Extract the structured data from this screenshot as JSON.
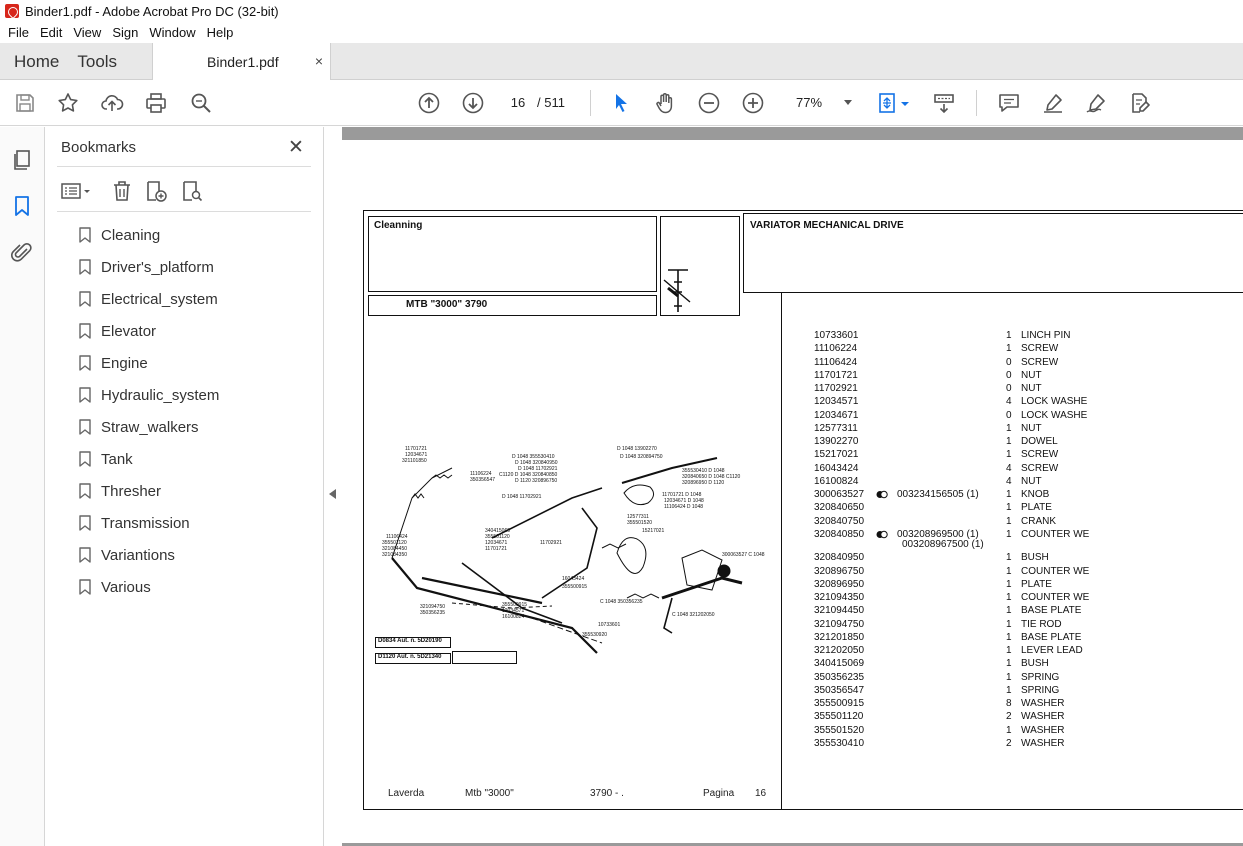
{
  "window": {
    "title": "Binder1.pdf - Adobe Acrobat Pro DC (32-bit)"
  },
  "menu": [
    "File",
    "Edit",
    "View",
    "Sign",
    "Window",
    "Help"
  ],
  "tabs": {
    "home": "Home",
    "tools": "Tools",
    "document": "Binder1.pdf",
    "close_glyph": "×"
  },
  "toolbar": {
    "page_current": "16",
    "page_total": "/  511",
    "zoom": "77%",
    "icons": [
      "save-icon",
      "star-icon",
      "upload-icon",
      "print-icon",
      "search-icon",
      "page-up-icon",
      "page-down-icon",
      "select-cursor-icon",
      "hand-icon",
      "zoom-out-icon",
      "zoom-in-icon",
      "zoom-caret-icon",
      "fit-page-icon",
      "scroll-mode-icon",
      "comment-icon",
      "highlight-icon",
      "sign-icon",
      "edit-pdf-icon"
    ]
  },
  "bookmarks": {
    "title": "Bookmarks",
    "close_glyph": "✕",
    "items": [
      "Cleaning",
      "Driver's_platform",
      "Electrical_system",
      "Elevator",
      "Engine",
      "Hydraulic_system",
      "Straw_walkers",
      "Tank",
      "Thresher",
      "Transmission",
      "Variantions",
      "Various"
    ]
  },
  "pdf": {
    "section": "Cleanning",
    "model": "MTB \"3000\"  3790",
    "heading": "VARIATOR MECHANICAL DRIVE",
    "parts": [
      {
        "code": "10733601",
        "ref": "",
        "qty": "1",
        "desc": "LINCH PIN"
      },
      {
        "code": "11106224",
        "ref": "",
        "qty": "1",
        "desc": "SCREW"
      },
      {
        "code": "11106424",
        "ref": "",
        "qty": "0",
        "desc": "SCREW"
      },
      {
        "code": "11701721",
        "ref": "",
        "qty": "0",
        "desc": "NUT"
      },
      {
        "code": "11702921",
        "ref": "",
        "qty": "0",
        "desc": "NUT"
      },
      {
        "code": "12034571",
        "ref": "",
        "qty": "4",
        "desc": "LOCK WASHE"
      },
      {
        "code": "12034671",
        "ref": "",
        "qty": "0",
        "desc": "LOCK WASHE"
      },
      {
        "code": "12577311",
        "ref": "",
        "qty": "1",
        "desc": "NUT"
      },
      {
        "code": "13902270",
        "ref": "",
        "qty": "1",
        "desc": "DOWEL"
      },
      {
        "code": "15217021",
        "ref": "",
        "qty": "1",
        "desc": "SCREW"
      },
      {
        "code": "16043424",
        "ref": "",
        "qty": "4",
        "desc": "SCREW"
      },
      {
        "code": "16100824",
        "ref": "",
        "qty": "4",
        "desc": "NUT"
      },
      {
        "code": "300063527",
        "ref": "003234156505  (1)",
        "qty": "1",
        "desc": "KNOB"
      },
      {
        "code": "320840650",
        "ref": "",
        "qty": "1",
        "desc": "PLATE"
      },
      {
        "code": "320840750",
        "ref": "",
        "qty": "1",
        "desc": "CRANK"
      },
      {
        "code": "320840850",
        "ref": "003208969500  (1)",
        "ref2": "003208967500  (1)",
        "qty": "1",
        "desc": "COUNTER WE"
      },
      {
        "code": "320840950",
        "ref": "",
        "qty": "1",
        "desc": "BUSH"
      },
      {
        "code": "320896750",
        "ref": "",
        "qty": "1",
        "desc": "COUNTER WE"
      },
      {
        "code": "320896950",
        "ref": "",
        "qty": "1",
        "desc": "PLATE"
      },
      {
        "code": "321094350",
        "ref": "",
        "qty": "1",
        "desc": "COUNTER WE"
      },
      {
        "code": "321094450",
        "ref": "",
        "qty": "1",
        "desc": "BASE PLATE"
      },
      {
        "code": "321094750",
        "ref": "",
        "qty": "1",
        "desc": "TIE ROD"
      },
      {
        "code": "321201850",
        "ref": "",
        "qty": "1",
        "desc": "BASE PLATE"
      },
      {
        "code": "321202050",
        "ref": "",
        "qty": "1",
        "desc": "LEVER LEAD"
      },
      {
        "code": "340415069",
        "ref": "",
        "qty": "1",
        "desc": "BUSH"
      },
      {
        "code": "350356235",
        "ref": "",
        "qty": "1",
        "desc": "SPRING"
      },
      {
        "code": "350356547",
        "ref": "",
        "qty": "1",
        "desc": "SPRING"
      },
      {
        "code": "355500915",
        "ref": "",
        "qty": "8",
        "desc": "WASHER"
      },
      {
        "code": "355501120",
        "ref": "",
        "qty": "2",
        "desc": "WASHER"
      },
      {
        "code": "355501520",
        "ref": "",
        "qty": "1",
        "desc": "WASHER"
      },
      {
        "code": "355530410",
        "ref": "",
        "qty": "2",
        "desc": "WASHER"
      }
    ],
    "diagram_notes": [
      "D0834 Aut. n. 5D20190",
      "D1120 Aut. n. 5D21340"
    ],
    "footer": {
      "brand": "Laverda",
      "model": "Mtb \"3000\"",
      "code": "3790 - .",
      "page_label": "Pagina",
      "page_no": "16"
    }
  },
  "colors": {
    "accent": "#1473e6",
    "icon": "#555555",
    "adobe_red": "#d7261b"
  }
}
